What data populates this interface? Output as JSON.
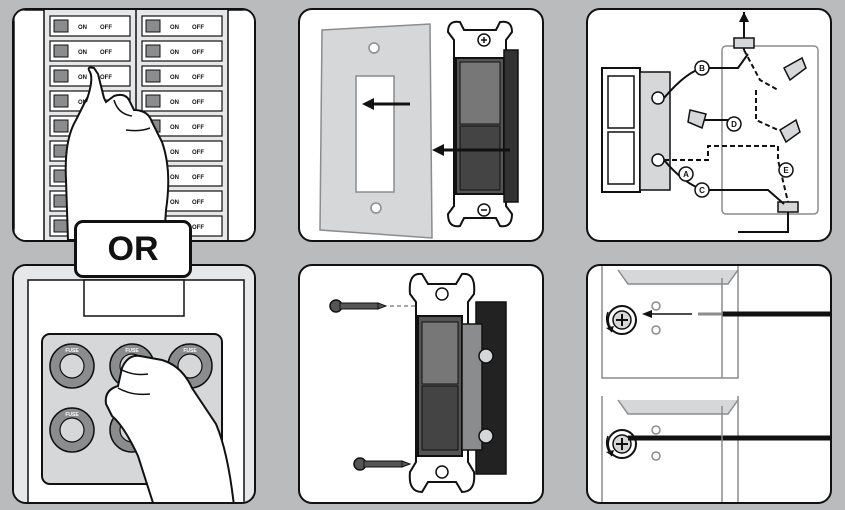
{
  "or_label": "OR",
  "breaker": {
    "on": "ON",
    "off": "OFF"
  },
  "fuse_label": "FUSE",
  "wire_labels": [
    "A",
    "B",
    "C",
    "D",
    "E"
  ],
  "colors": {
    "background": "#b9bbbd",
    "outline": "#111111",
    "panel": "#ffffff",
    "gray": "#8a8c8e",
    "light_gray": "#d6d7d8"
  }
}
